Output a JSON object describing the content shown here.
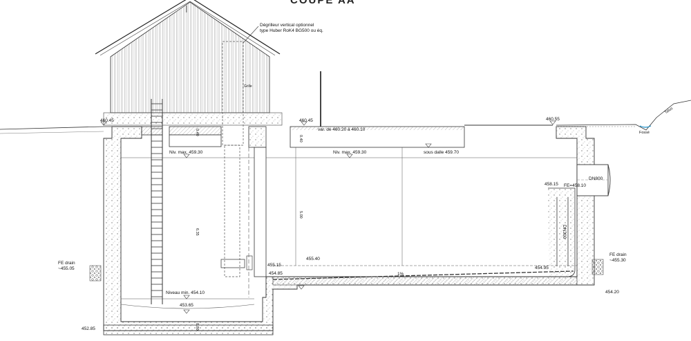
{
  "title": "COUPE AA",
  "note": {
    "line1": "Dégrilleur vertical optionnel",
    "line2": "type Huber RoK4 BG500 ou éq."
  },
  "labels": {
    "grille": "Grille",
    "elev_460_45_left": "460.45",
    "elev_460_45_mid": "460.45",
    "elev_460_55": "460.55",
    "var_dalle": "var. de 460.20 à 460.10",
    "niv_max_left": "Niv. max. 459.30",
    "niv_max_right": "Niv. max. 459.30",
    "sous_dalle": "sous dalle 459.70",
    "dn800": "DN800",
    "elev_458_15": "458.15",
    "fe_458_10": "FE=458.10",
    "dn300": "DN300",
    "fe_drain_left_1": "FE drain",
    "fe_drain_left_2": "~455.05",
    "fe_drain_right_1": "FE drain",
    "fe_drain_right_2": "~455.30",
    "elev_455_40": "455.40",
    "elev_455_15": "455.15",
    "elev_454_85": "454.85",
    "slope": "1%",
    "elev_454_95": "454.95",
    "niveau_min": "Niveau min. 454.10",
    "elev_453_65": "453.65",
    "elev_452_85": "452.85",
    "elev_454_20": "454.20",
    "dim_0_40_a": "0.40",
    "dim_0_40_b": "0.40",
    "dim_6_35": "6.35",
    "dim_5_00": "5.00",
    "dim_0_80": "0.80",
    "fosse": "Fossé",
    "talus": "Talus"
  }
}
